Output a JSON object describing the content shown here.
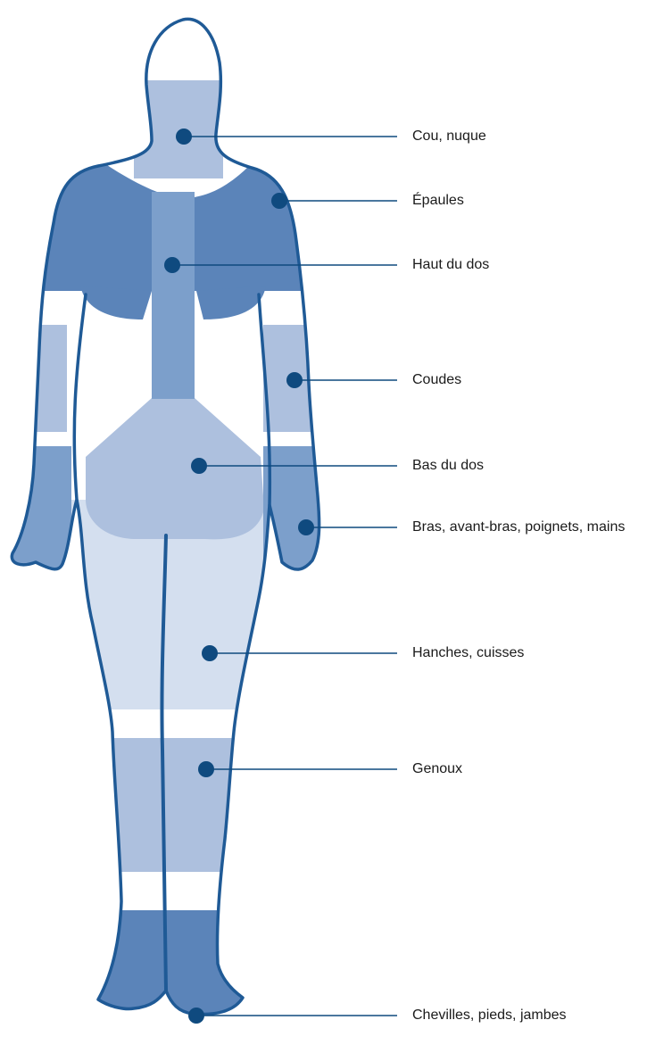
{
  "colors": {
    "outline": "#1f5a96",
    "dark_region": "#5b84b9",
    "mid_region": "#7c9fcb",
    "light_region": "#adc0de",
    "lightest_region": "#d4dfef",
    "marker": "#0f4a7f",
    "leader_line": "#0f4a7f",
    "label_text": "#1a1a1a"
  },
  "figure": {
    "type": "body-diagram",
    "view": "back"
  },
  "regions": [
    {
      "id": "neck",
      "label": "Cou, nuque",
      "icon": "marker-dot"
    },
    {
      "id": "shoulders",
      "label": "Épaules",
      "icon": "marker-dot"
    },
    {
      "id": "upper-back",
      "label": "Haut du dos",
      "icon": "marker-dot"
    },
    {
      "id": "elbows",
      "label": "Coudes",
      "icon": "marker-dot"
    },
    {
      "id": "lower-back",
      "label": "Bas du dos",
      "icon": "marker-dot"
    },
    {
      "id": "arms",
      "label": "Bras, avant-bras, poignets, mains",
      "icon": "marker-dot"
    },
    {
      "id": "hips",
      "label": "Hanches, cuisses",
      "icon": "marker-dot"
    },
    {
      "id": "knees",
      "label": "Genoux",
      "icon": "marker-dot"
    },
    {
      "id": "ankles",
      "label": "Chevilles, pieds, jambes",
      "icon": "marker-dot"
    }
  ]
}
